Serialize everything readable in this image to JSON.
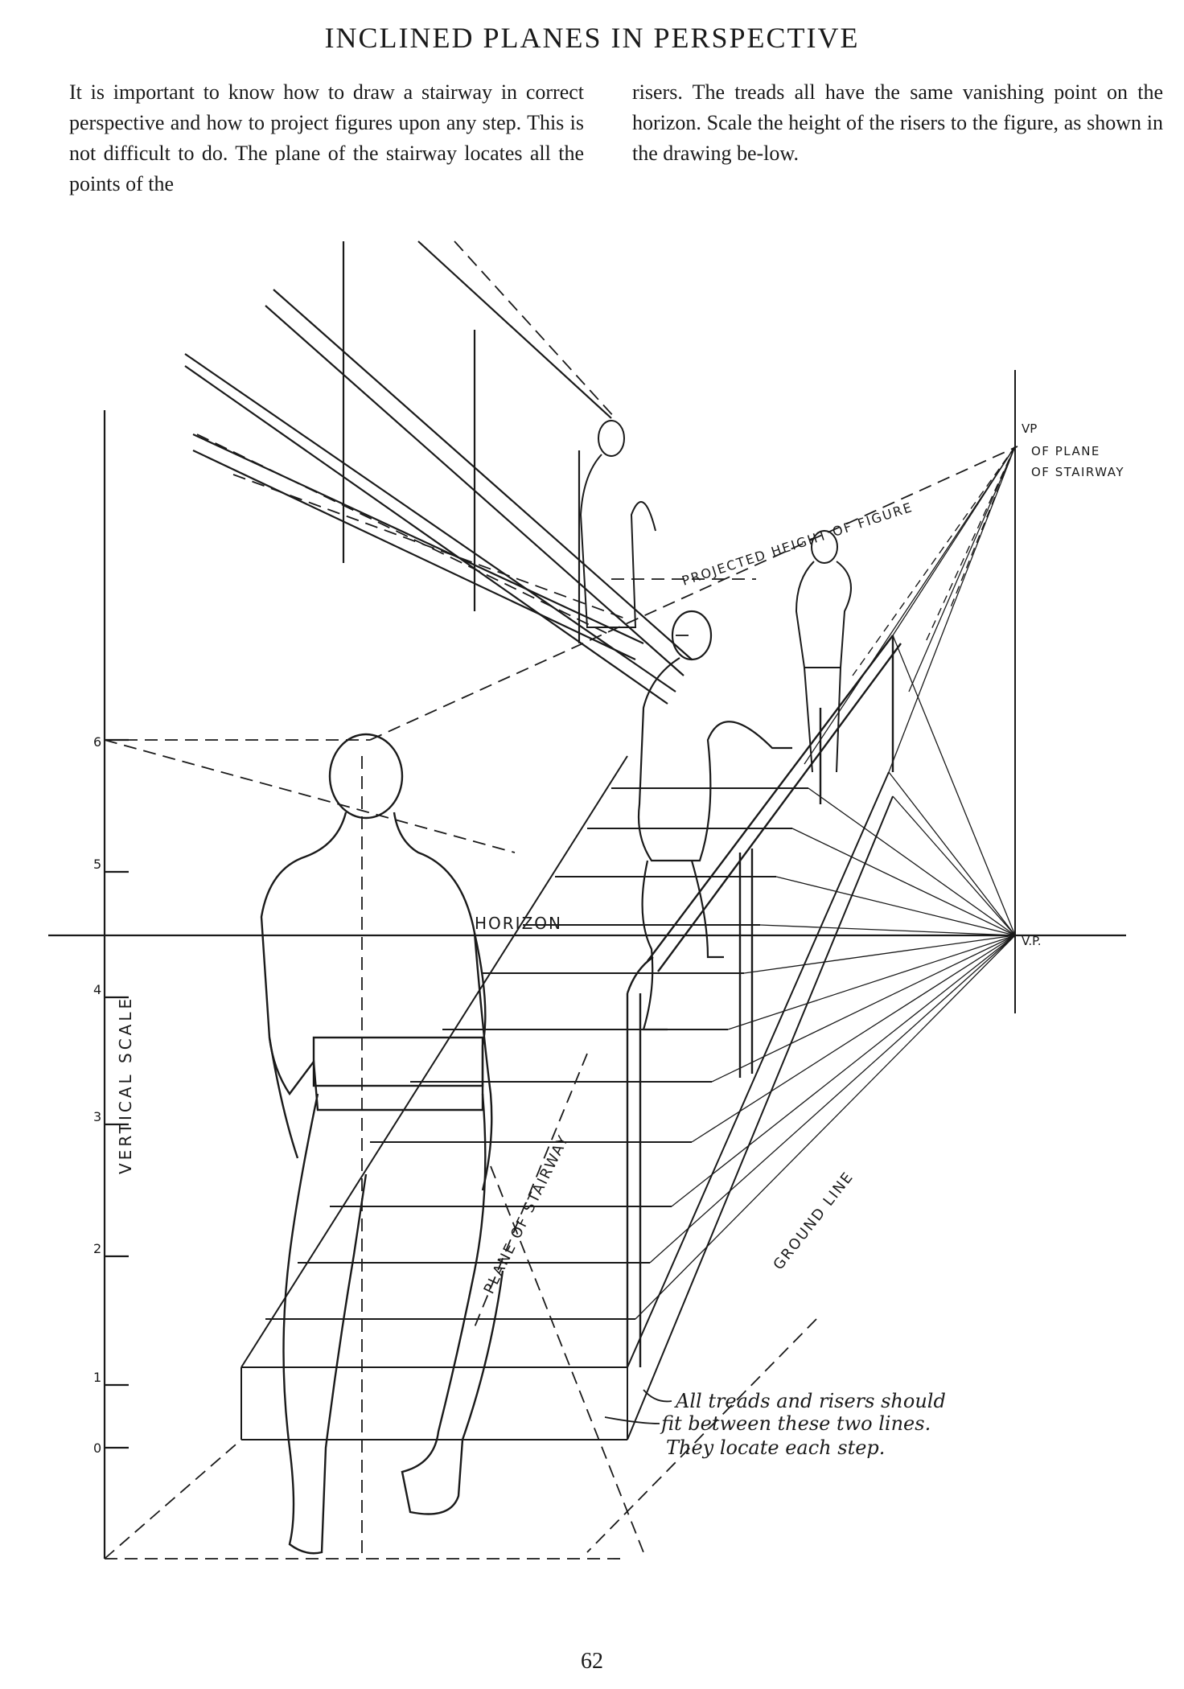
{
  "page": {
    "title": "INCLINED PLANES IN PERSPECTIVE",
    "column_left": "It is important to know how to draw a stairway in correct perspective and how to project figures upon any step. This is not difficult to do. The plane of the stairway locates all the points of the",
    "column_right": "risers. The treads all have the same vanishing point on the horizon. Scale the height of the risers to the figure, as shown in the drawing be-low.",
    "page_number": "62"
  },
  "diagram": {
    "labels": {
      "vp_top_line1": "VP",
      "vp_top_line2": "OF PLANE",
      "vp_top_line3": "OF STAIRWAY",
      "vp_horizon": "V.P.",
      "horizon": "HORIZON",
      "projected_height": "PROJECTED HEIGHT OF FIGURE",
      "plane_of_stairway": "PLANE OF STAIRWAY",
      "ground_line": "GROUND LINE",
      "vertical_scale": "VERTICAL SCALE",
      "note_line1": "All treads and risers should",
      "note_line2": "fit between these two lines.",
      "note_line3": "They locate each step."
    },
    "scale_ticks": [
      "6",
      "5",
      "4",
      "3",
      "2",
      "1",
      "0"
    ]
  }
}
